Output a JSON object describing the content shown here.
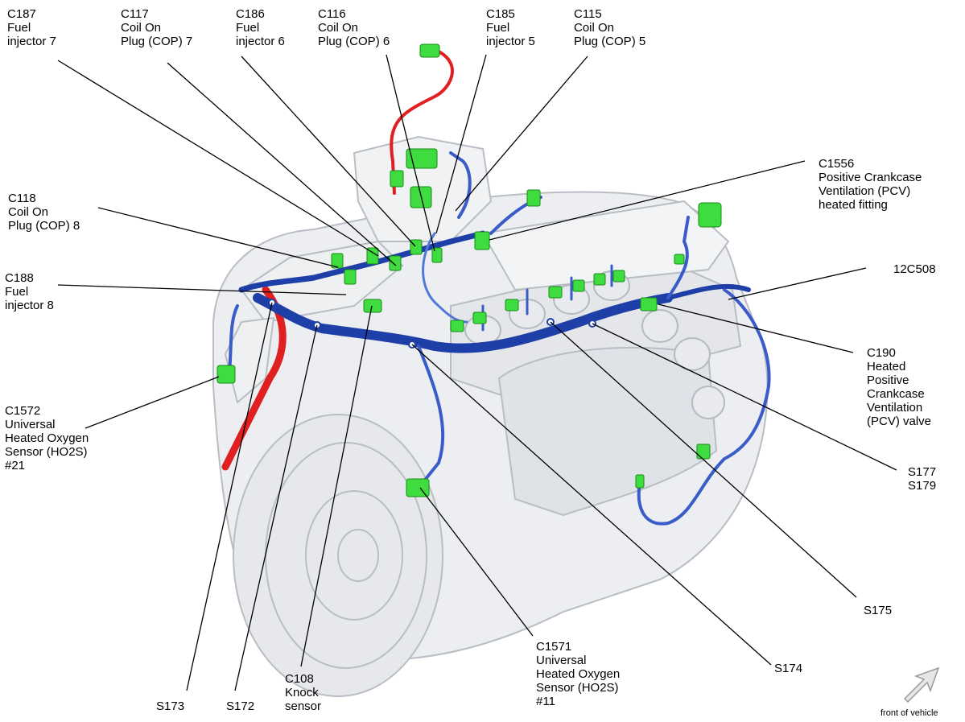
{
  "colors": {
    "harness_blue": "#1f3fa8",
    "harness_blue_light": "#4f78d9",
    "connector_green": "#3fdc3f",
    "hose_red": "#e02020",
    "engine_grey": "#e9ebee",
    "leader_line": "#000000"
  },
  "icons": {
    "front_arrow": "arrow-up-right-icon"
  },
  "labels": {
    "c187": [
      "C187",
      "Fuel",
      "injector 7"
    ],
    "c117": [
      "C117",
      "Coil On",
      "Plug (COP) 7"
    ],
    "c186": [
      "C186",
      "Fuel",
      "injector 6"
    ],
    "c116": [
      "C116",
      "Coil On",
      "Plug (COP) 6"
    ],
    "c185": [
      "C185",
      "Fuel",
      "injector 5"
    ],
    "c115": [
      "C115",
      "Coil On",
      "Plug (COP) 5"
    ],
    "c1556": [
      "C1556",
      "Positive Crankcase",
      "Ventilation (PCV)",
      "heated fitting"
    ],
    "c118": [
      "C118",
      "Coil On",
      "Plug (COP) 8"
    ],
    "c188": [
      "C188",
      "Fuel",
      "injector 8"
    ],
    "c12c508": [
      "12C508"
    ],
    "c190": [
      "C190",
      "Heated",
      "Positive",
      "Crankcase",
      "Ventilation",
      "(PCV) valve"
    ],
    "c1572": [
      "C1572",
      "Universal",
      "Heated Oxygen",
      "Sensor (HO2S)",
      "#21"
    ],
    "s177": [
      "S177",
      "S179"
    ],
    "s175": [
      "S175"
    ],
    "s174": [
      "S174"
    ],
    "c1571": [
      "C1571",
      "Universal",
      "Heated Oxygen",
      "Sensor (HO2S)",
      "#11"
    ],
    "s173": [
      "S173"
    ],
    "s172": [
      "S172"
    ],
    "c108": [
      "C108",
      "Knock",
      "sensor"
    ]
  },
  "footer": {
    "front_of_vehicle": "front of vehicle"
  }
}
